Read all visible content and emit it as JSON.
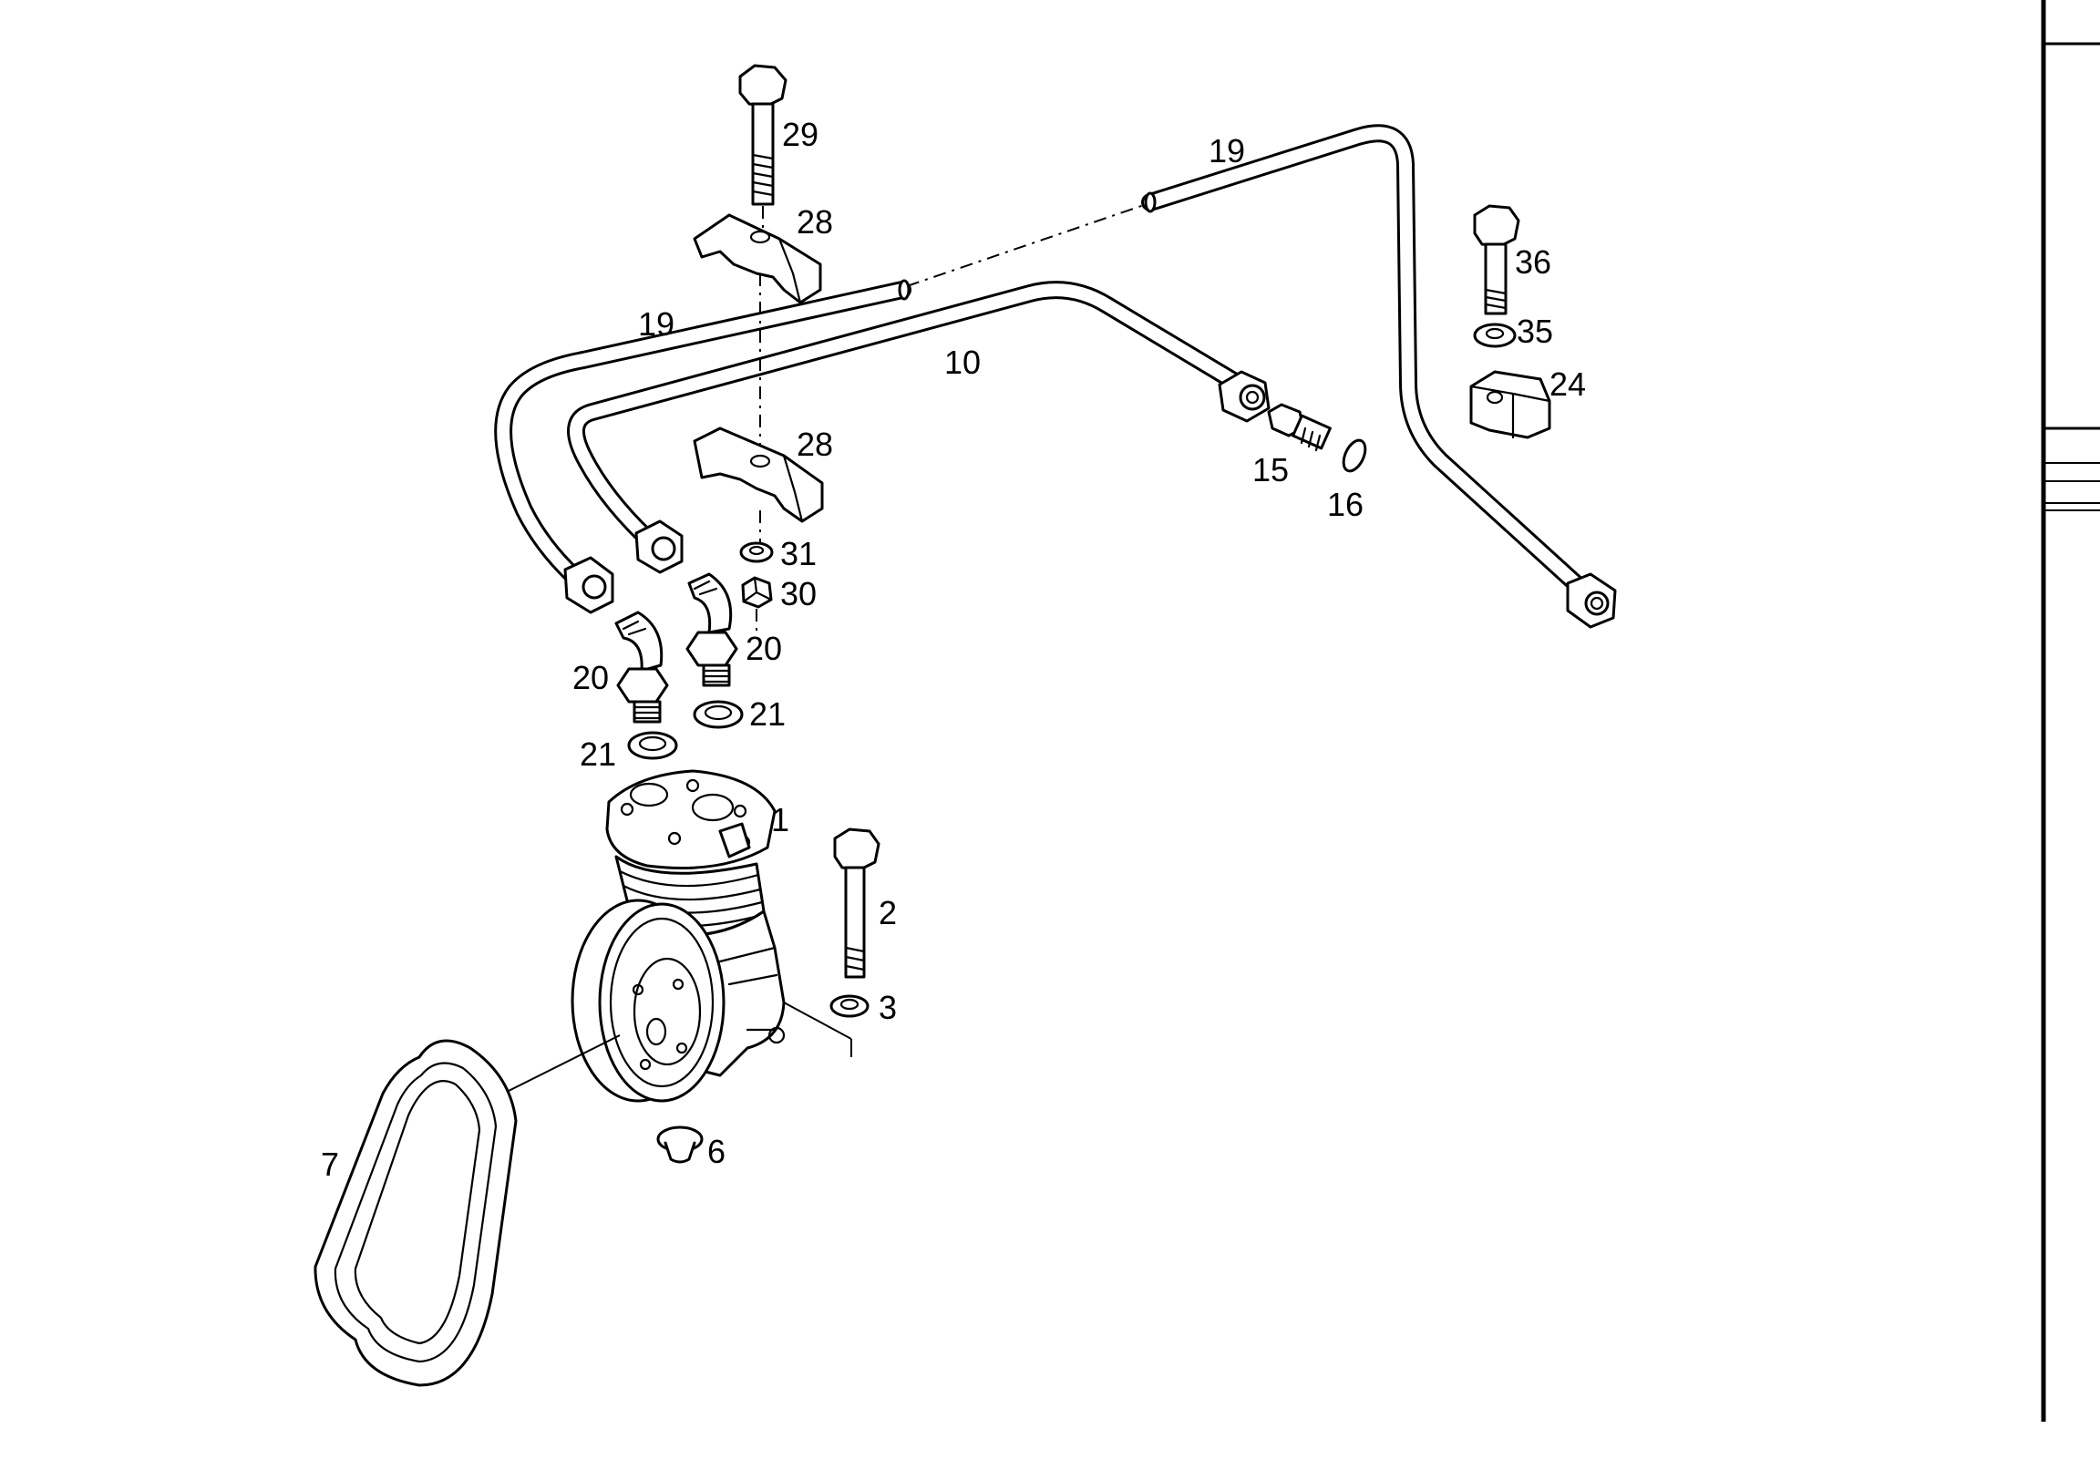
{
  "diagram": {
    "callouts": {
      "c29": "29",
      "c28a": "28",
      "c28b": "28",
      "c19a": "19",
      "c19b": "19",
      "c10": "10",
      "c36": "36",
      "c35": "35",
      "c24": "24",
      "c15": "15",
      "c16": "16",
      "c31": "31",
      "c30": "30",
      "c20a": "20",
      "c20b": "20",
      "c21a": "21",
      "c21b": "21",
      "c1": "1",
      "c2": "2",
      "c3": "3",
      "c6": "6",
      "c7": "7"
    }
  }
}
